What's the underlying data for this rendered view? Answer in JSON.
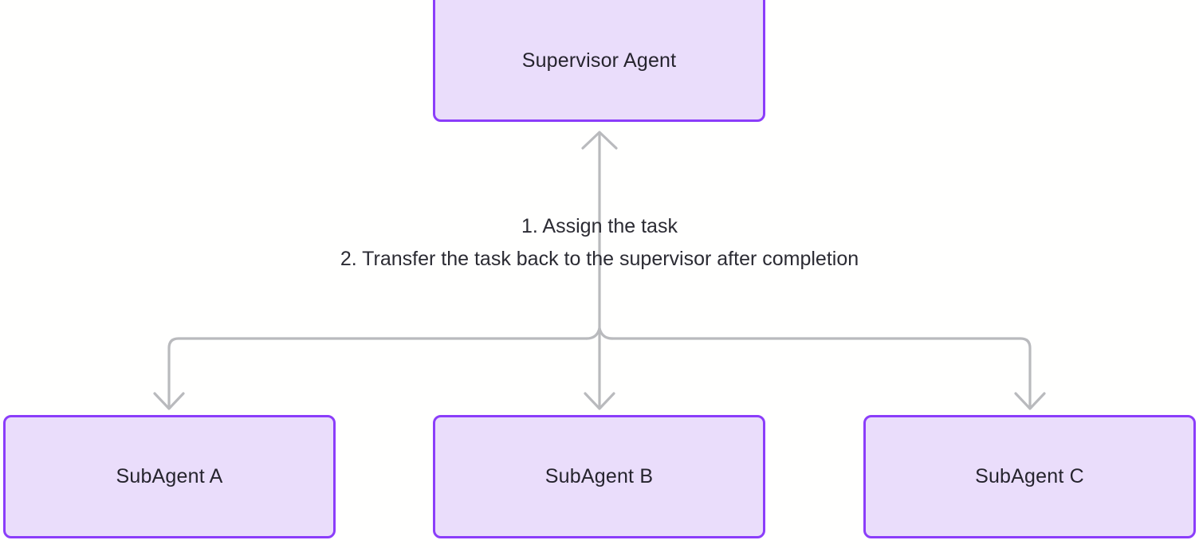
{
  "diagram": {
    "title": "Supervisor Agent multi-agent hand-off diagram",
    "background_color": "#fffffe",
    "node_fill_color": "#eaddfb",
    "node_border_color": "#8b3dfa",
    "node_text_color": "#26242e",
    "edge_color": "#b9babd",
    "edge_label_color": "#2b2b33",
    "nodes": [
      {
        "id": "supervisor",
        "label": "Supervisor Agent"
      },
      {
        "id": "sub_a",
        "label": "SubAgent A"
      },
      {
        "id": "sub_b",
        "label": "SubAgent B"
      },
      {
        "id": "sub_c",
        "label": "SubAgent C"
      }
    ],
    "edge_label": "1. Assign the task\n2. Transfer the task back to the supervisor after completion",
    "edge_label_lines": [
      "1. Assign the task",
      "2. Transfer the task back to the supervisor after completion"
    ]
  }
}
